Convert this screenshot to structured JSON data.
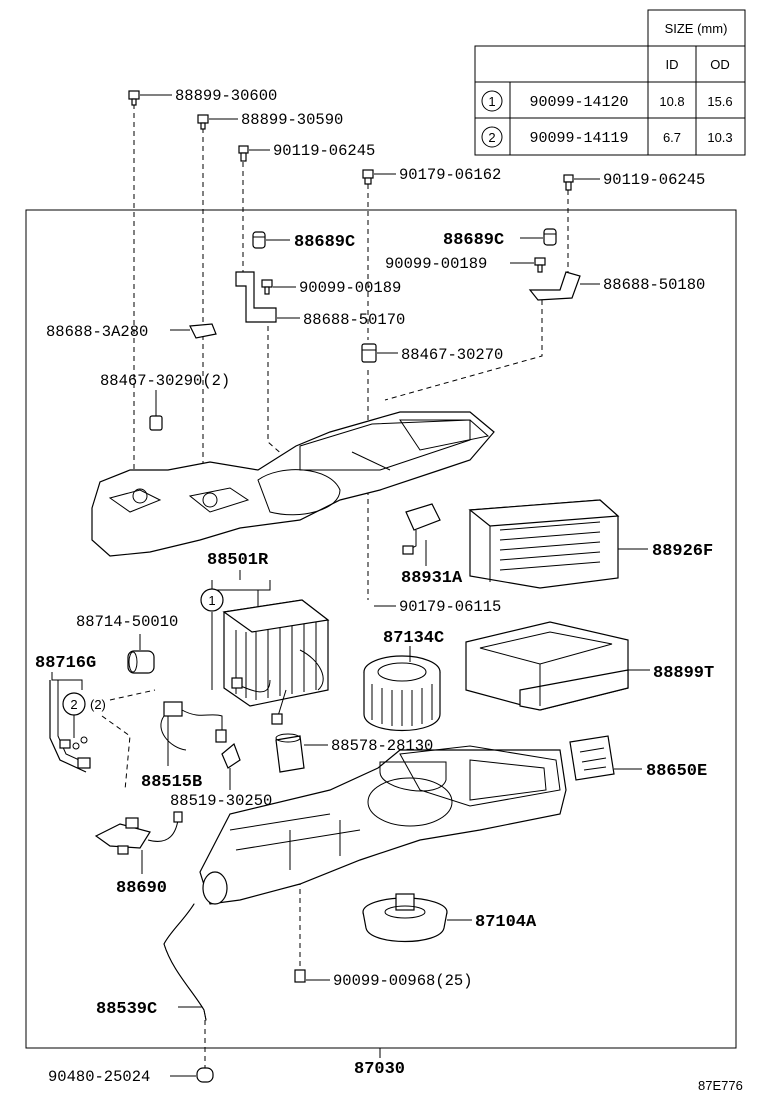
{
  "size_table": {
    "header": "SIZE (mm)",
    "col_id": "ID",
    "col_od": "OD",
    "rows": [
      {
        "mark": "1",
        "part": "90099-14120",
        "id": "10.8",
        "od": "15.6"
      },
      {
        "mark": "2",
        "part": "90099-14119",
        "id": "6.7",
        "od": "10.3"
      }
    ]
  },
  "labels": {
    "p88899_30600": "88899-30600",
    "p88899_30590": "88899-30590",
    "p90119_06245_a": "90119-06245",
    "p90179_06162": "90179-06162",
    "p90119_06245_b": "90119-06245",
    "p88689c_a": "88689C",
    "p88689c_b": "88689C",
    "p90099_00189_a": "90099-00189",
    "p90099_00189_b": "90099-00189",
    "p88688_50180": "88688-50180",
    "p88688_50170": "88688-50170",
    "p88688_3a280": "88688-3A280",
    "p88467_30270": "88467-30270",
    "p88467_30290": "88467-30290(2)",
    "p88501r": "88501R",
    "p88931a": "88931A",
    "p88926f": "88926F",
    "p90179_06115": "90179-06115",
    "p88714_50010": "88714-50010",
    "p87134c": "87134C",
    "p88716g": "88716G",
    "p88899t": "88899T",
    "p2_qty": "(2)",
    "p88515b": "88515B",
    "p88578_28130": "88578-28130",
    "p88519_30250": "88519-30250",
    "p88650e": "88650E",
    "p88690": "88690",
    "p87104a": "87104A",
    "p90099_00968": "90099-00968(25)",
    "p88539c": "88539C",
    "p90480_25024": "90480-25024",
    "p87030": "87030",
    "marker_1": "1",
    "marker_2": "2",
    "ref_code": "87E776"
  }
}
